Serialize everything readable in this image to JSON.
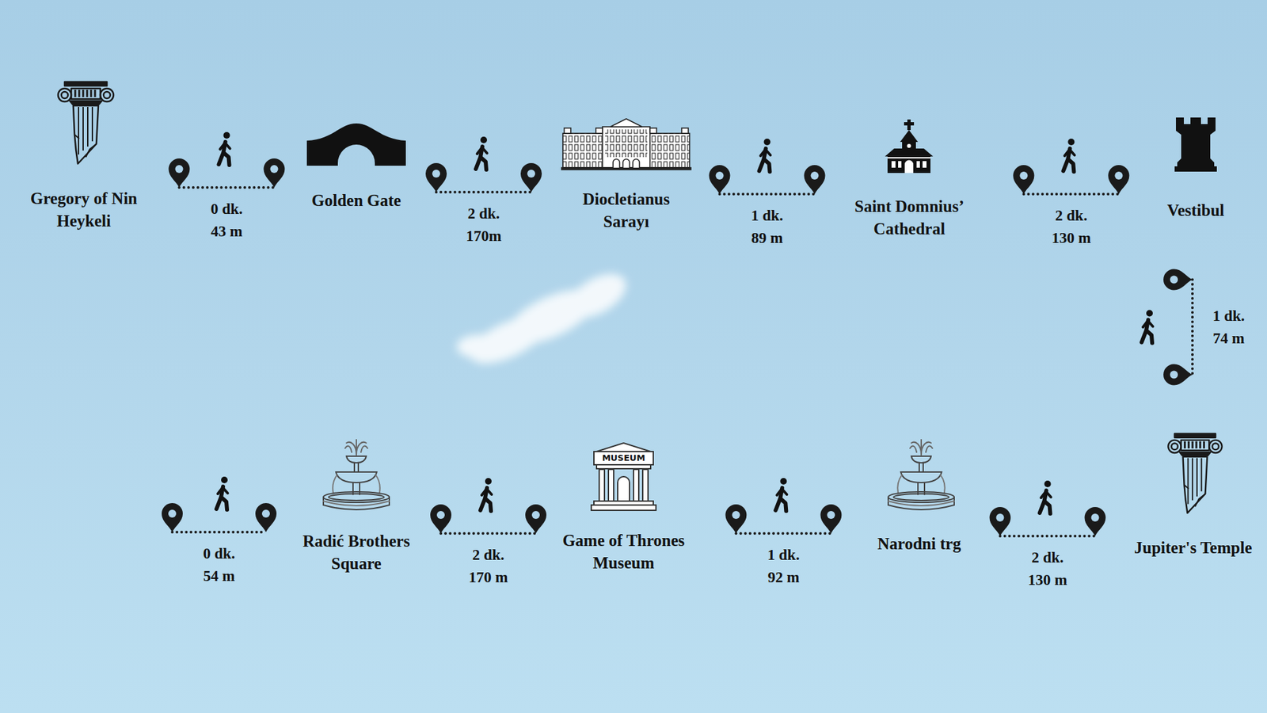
{
  "diagram": {
    "nodes": [
      {
        "text": [
          "Gregory of Nin Heykeli"
        ]
      },
      {
        "text": [
          "Golden Gate"
        ]
      },
      {
        "text": [
          "Diocletianus Sarayı"
        ]
      },
      {
        "text": [
          "Saint Domnius’ Cathedral"
        ]
      },
      {
        "text": [
          "Vestibul"
        ]
      },
      {
        "text": [
          "Jupiter's Temple"
        ]
      },
      {
        "text": [
          "Narodni trg"
        ]
      },
      {
        "text": [
          "Game of Thrones Museum"
        ]
      },
      {
        "text": [
          "Radić Brothers Square"
        ]
      }
    ],
    "edges": [
      {
        "from": 0,
        "to": 1,
        "label": "0 dk. 43 m",
        "arrow": "none"
      },
      {
        "from": 1,
        "to": 2,
        "label": "2 dk. 170m",
        "arrow": "none"
      },
      {
        "from": 2,
        "to": 3,
        "label": "1 dk. 89 m",
        "arrow": "none"
      },
      {
        "from": 3,
        "to": 4,
        "label": "2 dk. 130 m",
        "arrow": "none"
      },
      {
        "from": 4,
        "to": 5,
        "label": "1 dk. 74 m",
        "arrow": "none"
      },
      {
        "from": 5,
        "to": 6,
        "label": "2 dk. 130 m",
        "arrow": "none"
      },
      {
        "from": 6,
        "to": 7,
        "label": "1 dk. 92 m",
        "arrow": "none"
      },
      {
        "from": 7,
        "to": 8,
        "label": "2 dk. 170 m",
        "arrow": "none"
      }
    ],
    "labels": [
      "0 dk. 54 m",
      "MUSEUM"
    ]
  }
}
